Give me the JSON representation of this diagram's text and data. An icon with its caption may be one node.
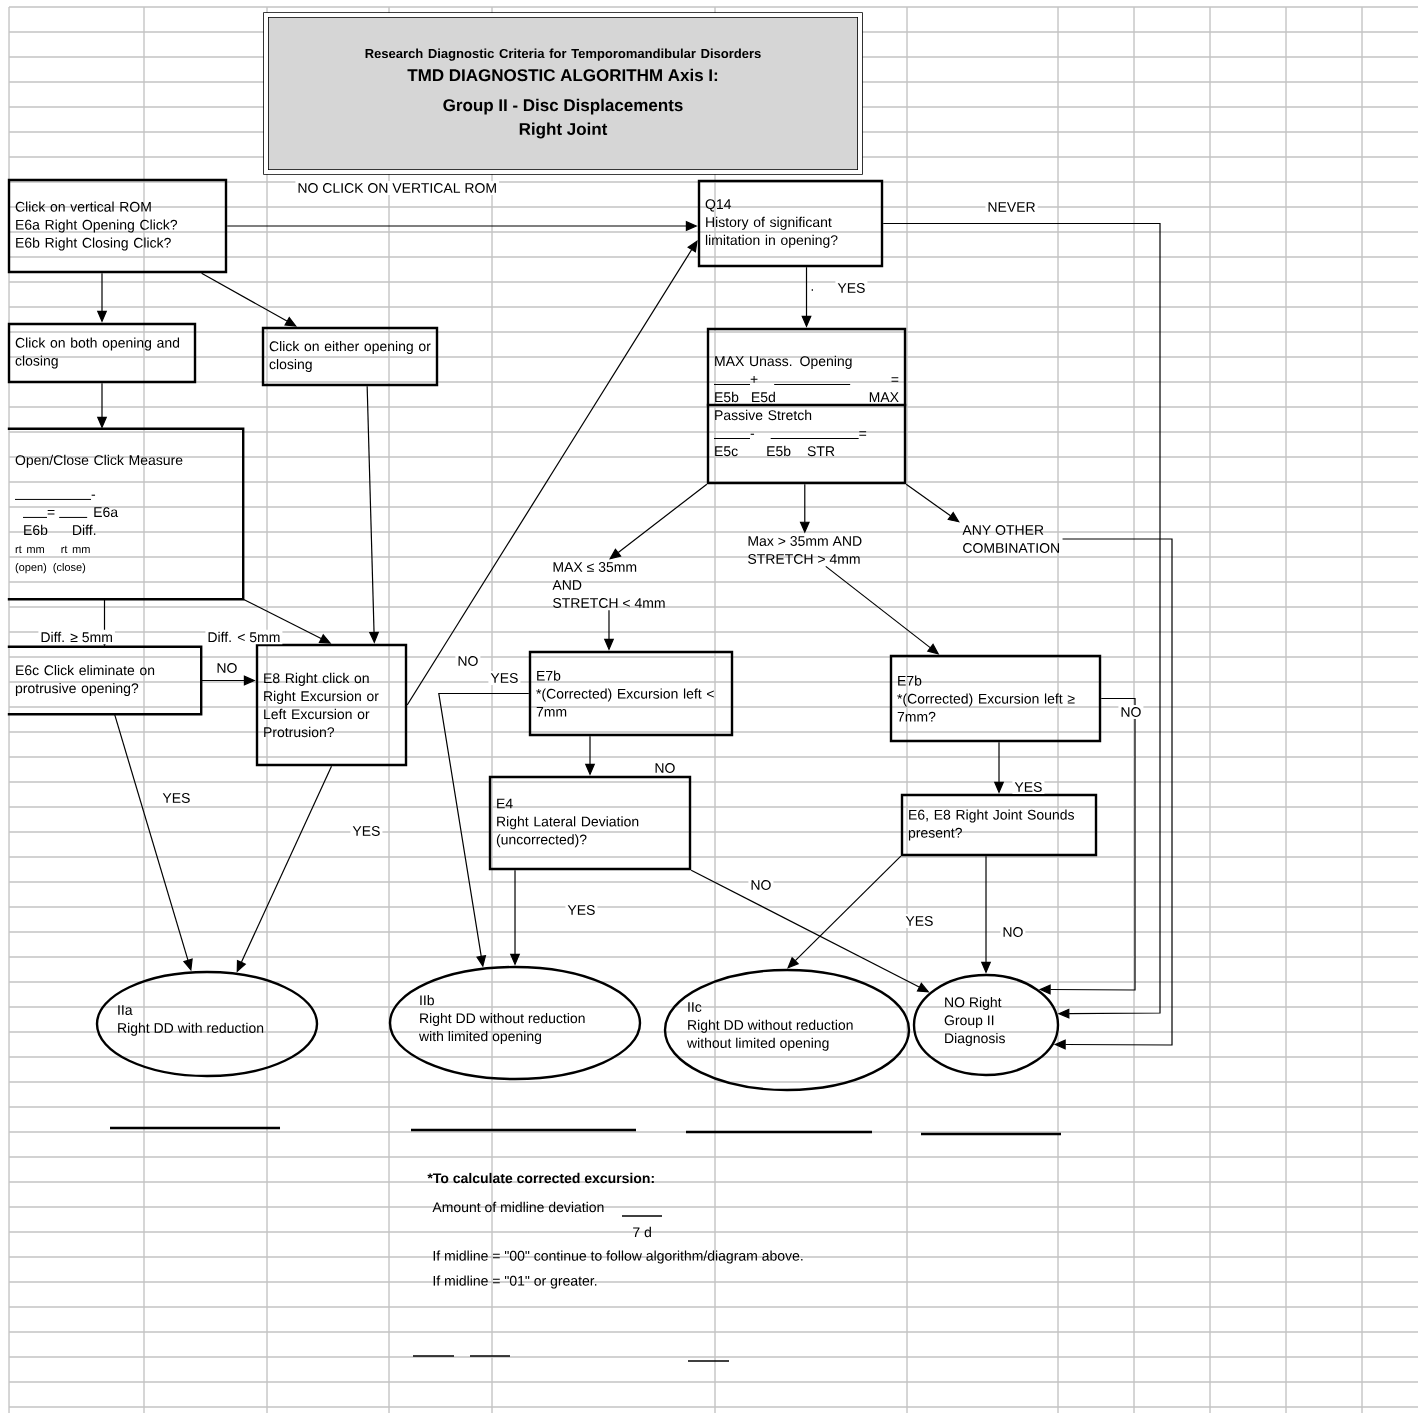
{
  "diagram": {
    "nodes": [
      {
        "text": [
          "Research Diagnostic Criteria for Temporomandibular Disorders",
          "TMD DIAGNOSTIC ALGORITHM Axis I: Group II - Disc Displacements",
          "Right Joint"
        ]
      },
      {
        "text": [
          "Click on vertical ROM",
          "E6a Right Opening Click?",
          "E6b Right Closing Click?"
        ]
      },
      {
        "text": [
          "Q14",
          "History of significant limitation in opening?"
        ]
      },
      {
        "text": [
          "Click on both opening and closing"
        ]
      },
      {
        "text": [
          "Click on either opening or closing"
        ]
      },
      {
        "text": [
          "MAX Unass. Opening",
          "+",
          "=",
          "E5b",
          "E5d",
          "MAX",
          "Passive Stretch",
          "-",
          "=",
          "E5c",
          "E5b",
          "STR"
        ]
      },
      {
        "text": [
          "Open/Close Click Measure",
          "-",
          "=",
          "E6a",
          "E6b",
          "Diff.",
          "rt mm",
          "rt mm",
          "(open)",
          "(close)"
        ]
      },
      {
        "text": [
          "MAX ≤ 35mm",
          "AND",
          "STRETCH < 4mm"
        ]
      },
      {
        "text": [
          "Max > 35mm AND",
          "STRETCH > 4mm"
        ]
      },
      {
        "text": [
          "ANY OTHER",
          "COMBINATION"
        ]
      },
      {
        "text": [
          "E6c Click eliminate on protrusive opening?"
        ]
      },
      {
        "text": [
          "E8 Right click on Right Excursion or Left Excursion or Protrusion?"
        ]
      },
      {
        "text": [
          "E7b",
          "*(Corrected) Excursion left < 7mm"
        ]
      },
      {
        "text": [
          "E7b",
          "*(Corrected) Excursion left ≥ 7mm?"
        ]
      },
      {
        "text": [
          "E4",
          "Right Lateral Deviation (uncorrected)?"
        ]
      },
      {
        "text": [
          "E6, E8 Right Joint Sounds present?"
        ]
      },
      {
        "text": [
          "IIa",
          "Right DD with reduction"
        ]
      },
      {
        "text": [
          "IIb",
          "Right DD without reduction with limited opening"
        ]
      },
      {
        "text": [
          "IIc",
          "Right DD without reduction without limited opening"
        ]
      },
      {
        "text": [
          "NO Right Group II Diagnosis"
        ]
      }
    ],
    "edges": [
      {
        "from": 1,
        "to": 2,
        "arrow": "to",
        "label": "NO CLICK ON VERTICAL ROM"
      },
      {
        "from": 1,
        "to": 3,
        "arrow": "to"
      },
      {
        "from": 1,
        "to": 4,
        "arrow": "to"
      },
      {
        "from": 3,
        "to": 6,
        "arrow": "to"
      },
      {
        "from": 6,
        "to": 10,
        "arrow": "to",
        "label": "Diff. ≥ 5mm"
      },
      {
        "from": 6,
        "to": 11,
        "arrow": "to",
        "label": "Diff. < 5mm"
      },
      {
        "from": 4,
        "to": 11,
        "arrow": "to"
      },
      {
        "from": 10,
        "to": 11,
        "arrow": "to",
        "label": "NO"
      },
      {
        "from": 10,
        "to": 16,
        "arrow": "to",
        "label": "YES"
      },
      {
        "from": 11,
        "to": 16,
        "arrow": "to",
        "label": "YES"
      },
      {
        "from": 11,
        "to": 2,
        "arrow": "to",
        "label": "NO"
      },
      {
        "from": 2,
        "to": 5,
        "arrow": "to",
        "label": "YES"
      },
      {
        "from": 2,
        "to": 19,
        "arrow": "to",
        "label": "NEVER"
      },
      {
        "from": 5,
        "to": 7,
        "arrow": "to"
      },
      {
        "from": 5,
        "to": 8,
        "arrow": "to"
      },
      {
        "from": 5,
        "to": 9,
        "arrow": "to"
      },
      {
        "from": 9,
        "to": 19,
        "arrow": "to"
      },
      {
        "from": 8,
        "to": 13,
        "arrow": "to"
      },
      {
        "from": 7,
        "to": 12,
        "arrow": "to"
      },
      {
        "from": 12,
        "to": 17,
        "arrow": "to",
        "label": "YES"
      },
      {
        "from": 12,
        "to": 14,
        "arrow": "to",
        "label": "NO"
      },
      {
        "from": 14,
        "to": 17,
        "arrow": "to",
        "label": "YES"
      },
      {
        "from": 14,
        "to": 19,
        "arrow": "to",
        "label": "NO"
      },
      {
        "from": 13,
        "to": 19,
        "arrow": "to",
        "label": "NO"
      },
      {
        "from": 13,
        "to": 15,
        "arrow": "to",
        "label": "YES"
      },
      {
        "from": 15,
        "to": 18,
        "arrow": "to",
        "label": "YES"
      },
      {
        "from": 15,
        "to": 19,
        "arrow": "to",
        "label": "NO"
      }
    ],
    "labels": [
      ".",
      "*To calculate corrected excursion:",
      "Amount of midline deviation",
      "7 d",
      "If midline = \"00\" continue to follow algorithm/diagram above.",
      "If midline = \"01\" or greater."
    ]
  }
}
